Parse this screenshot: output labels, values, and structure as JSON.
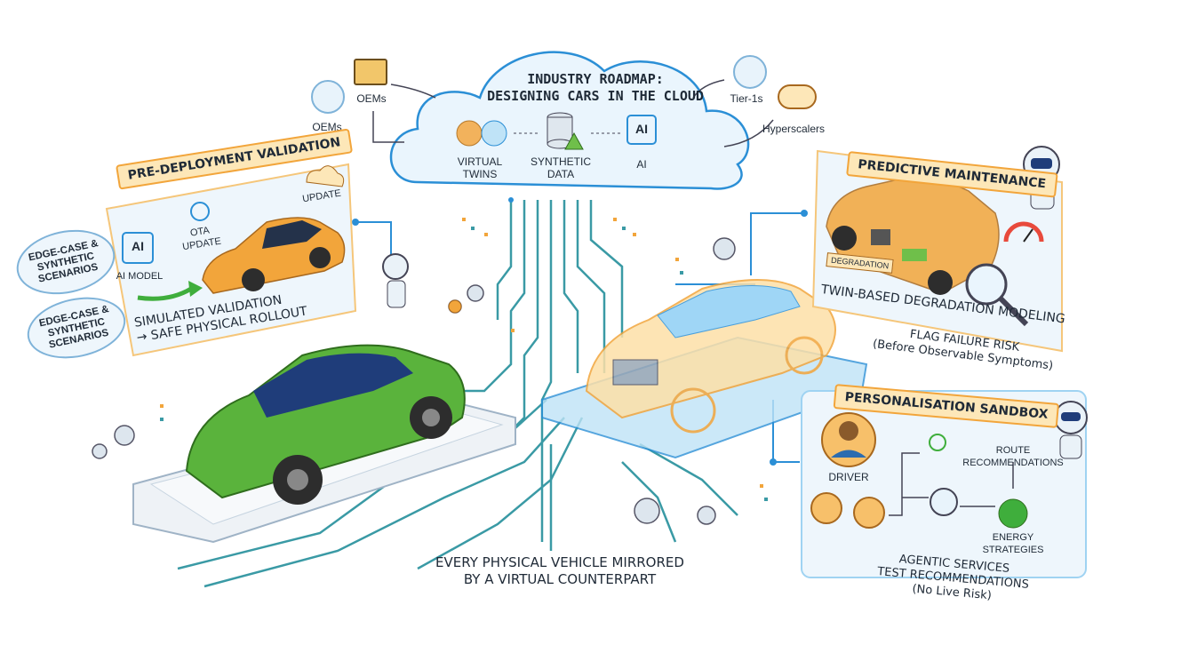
{
  "cloud": {
    "title_line1": "INDUSTRY ROADMAP:",
    "title_line2": "DESIGNING CARS IN THE CLOUD",
    "virtual_twins": "VIRTUAL TWINS",
    "synthetic_data": "SYNTHETIC DATA",
    "ai_chip": "AI",
    "ai_label": "AI"
  },
  "stakeholders": {
    "oems_top": "OEMs",
    "oems_left": "OEMs",
    "tier1s": "Tier-1s",
    "hyperscalers": "Hyperscalers"
  },
  "pre_deployment": {
    "banner": "PRE-DEPLOYMENT VALIDATION",
    "update": "UPDATE",
    "ota_update": "OTA UPDATE",
    "ai_chip": "AI",
    "ai_model": "AI MODEL",
    "edge_case_1": "EDGE-CASE & SYNTHETIC SCENARIOS",
    "edge_case_2": "EDGE-CASE & SYNTHETIC SCENARIOS",
    "caption_line1": "SIMULATED VALIDATION",
    "caption_line2": "→ SAFE PHYSICAL ROLLOUT"
  },
  "predictive": {
    "banner": "PREDICTIVE MAINTENANCE",
    "degradation_tag": "DEGRADATION",
    "caption": "TWIN-BASED DEGRADATION MODELING",
    "flag_line1": "FLAG FAILURE RISK",
    "flag_line2": "(Before Observable Symptoms)"
  },
  "personalisation": {
    "banner": "PERSONALISATION SANDBOX",
    "driver": "DRIVER",
    "route": "ROUTE RECOMMENDATIONS",
    "energy": "ENERGY STRATEGIES",
    "agentic_line1": "AGENTIC SERVICES",
    "agentic_line2": "TEST RECOMMENDATIONS",
    "agentic_line3": "(No Live Risk)"
  },
  "main_caption": {
    "line1": "EVERY PHYSICAL VEHICLE MIRRORED",
    "line2": "BY A VIRTUAL COUNTERPART"
  },
  "colors": {
    "orange": "#f2a53b",
    "blue": "#2b8fd6",
    "green_car": "#5ab33c",
    "teal_wire": "#3a9aa5"
  }
}
